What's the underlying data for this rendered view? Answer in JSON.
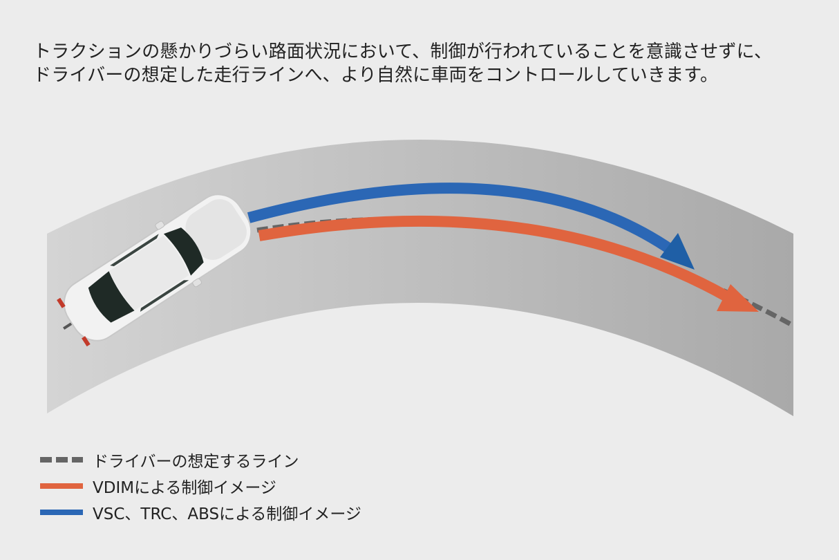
{
  "description": {
    "line1": "トラクションの懸かりづらい路面状況において、制御が行われていることを意識させずに、",
    "line2": "ドライバーの想定した走行ラインへ、より自然に車両をコントロールしていきます。"
  },
  "legend": {
    "items": [
      {
        "label": "ドライバーの想定するライン",
        "color": "#656565",
        "style": "dashed"
      },
      {
        "label": "VDIMによる制御イメージ",
        "color": "#e0643f",
        "style": "solid"
      },
      {
        "label": "VSC、TRC、ABSによる制御イメージ",
        "color": "#2b67b5",
        "style": "solid"
      }
    ]
  },
  "colors": {
    "background": "#ececec",
    "road_light": "#d4d4d4",
    "road_dark": "#a9a9a9",
    "driver_line": "#656565",
    "vdim_line": "#e0643f",
    "vsc_line": "#2b67b5",
    "vsc_arrowhead": "#1f5fa6",
    "car_body": "#f2f2f2",
    "car_glass": "#1f2a26"
  }
}
